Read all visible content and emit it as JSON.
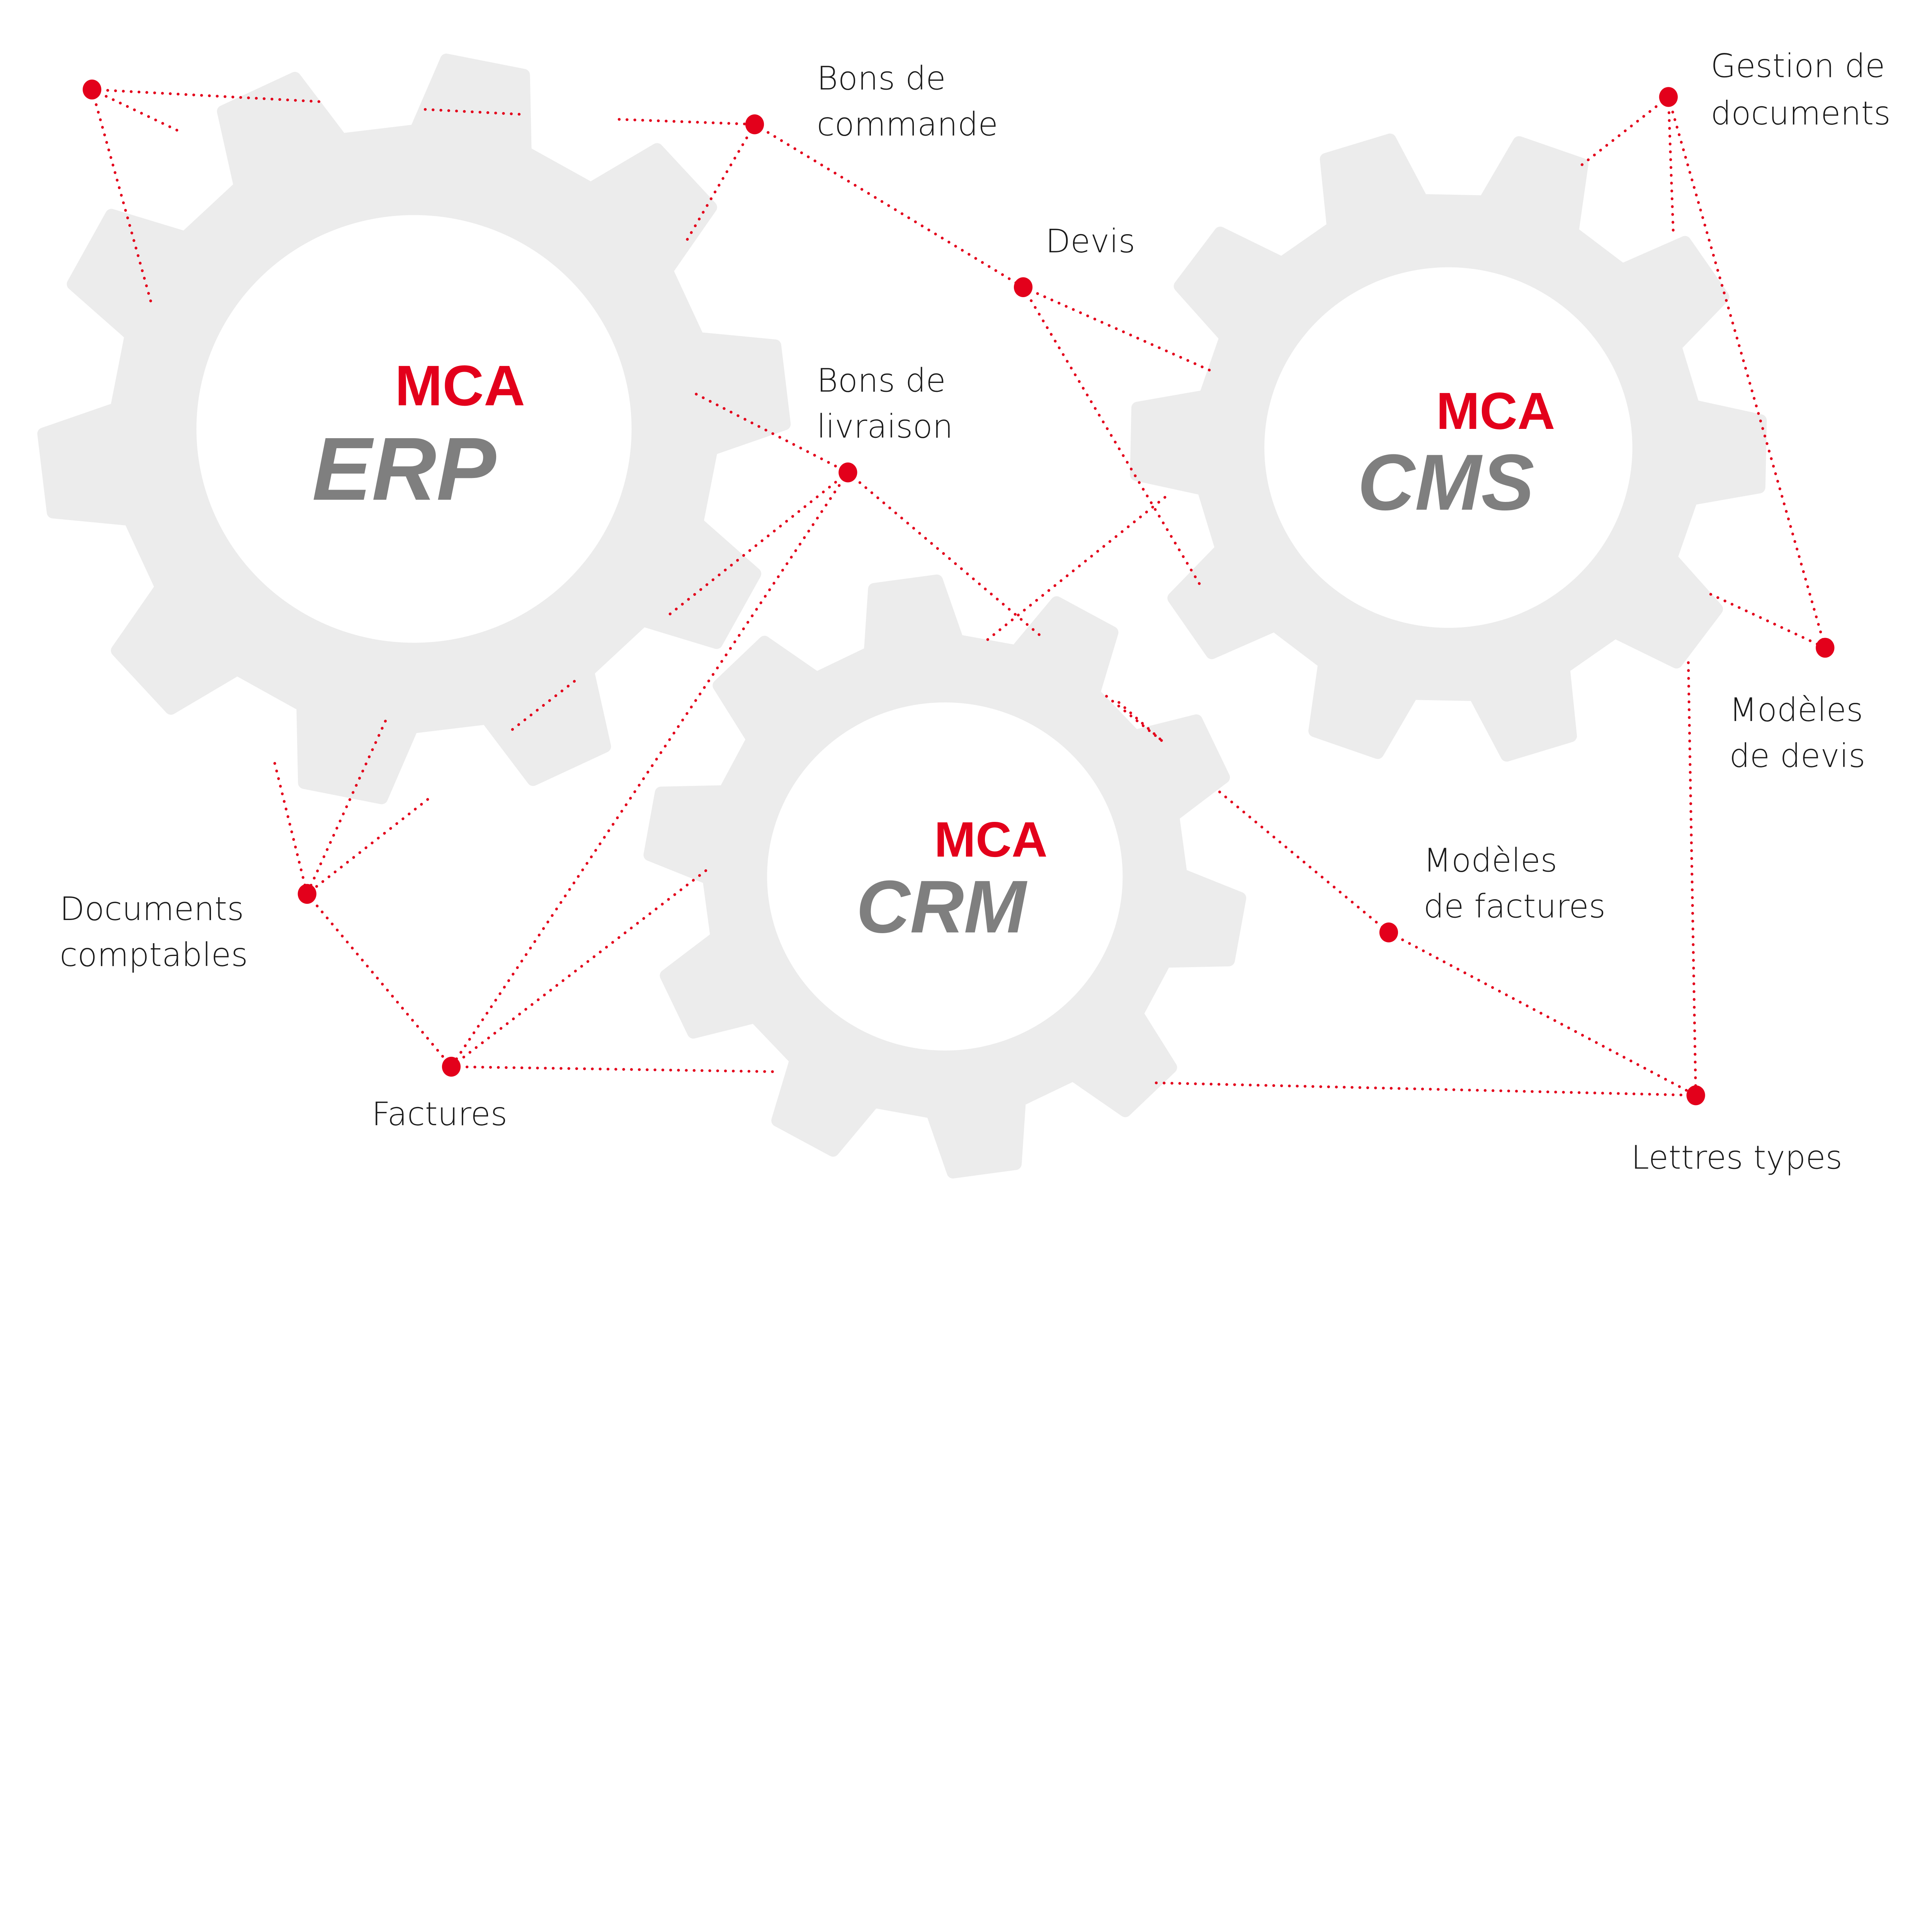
{
  "colors": {
    "accent": "#e3001b",
    "gear": "#ececec",
    "product_text": "#7f7f7f",
    "label_text": "#1a1a1a",
    "background": "#ffffff"
  },
  "gears": [
    {
      "id": "erp",
      "brand": "MCA",
      "product": "ERP",
      "teeth": 10
    },
    {
      "id": "cms",
      "brand": "MCA",
      "product": "CMS",
      "teeth": 10
    },
    {
      "id": "crm",
      "brand": "MCA",
      "product": "CRM",
      "teeth": 10
    }
  ],
  "nodes": [
    {
      "id": "top-left",
      "label": ""
    },
    {
      "id": "bons-commande",
      "label": "Bons de\ncommande"
    },
    {
      "id": "devis",
      "label": "Devis"
    },
    {
      "id": "bons-livraison",
      "label": "Bons de\nlivraison"
    },
    {
      "id": "gestion-documents",
      "label": "Gestion de\ndocuments"
    },
    {
      "id": "modeles-devis",
      "label": "Modèles\nde devis"
    },
    {
      "id": "documents-comptables",
      "label": "Documents\ncomptables"
    },
    {
      "id": "factures",
      "label": "Factures"
    },
    {
      "id": "modeles-factures",
      "label": "Modèles\nde factures"
    },
    {
      "id": "lettres-types",
      "label": "Lettres types"
    }
  ],
  "labels": {
    "bons_commande": [
      "Bons de",
      "commande"
    ],
    "devis": [
      "Devis"
    ],
    "bons_livraison": [
      "Bons de",
      "livraison"
    ],
    "gestion_documents": [
      "Gestion de",
      "documents"
    ],
    "modeles_devis": [
      "Modèles",
      "de devis"
    ],
    "documents_comptables": [
      "Documents",
      "comptables"
    ],
    "factures": [
      "Factures"
    ],
    "modeles_factures": [
      "Modèles",
      "de factures"
    ],
    "lettres_types": [
      "Lettres types"
    ]
  }
}
